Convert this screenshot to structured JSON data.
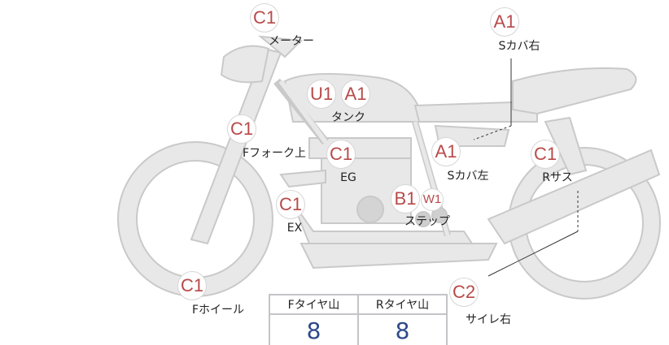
{
  "parts": [
    {
      "grade": "C1",
      "label": "メーター"
    },
    {
      "grade": "A1",
      "label": "Sカバ右"
    },
    {
      "grades": [
        "U1",
        "A1"
      ],
      "label": "タンク"
    },
    {
      "grade": "C1",
      "label": "Fフォーク上"
    },
    {
      "grade": "C1",
      "label": "EG"
    },
    {
      "grade": "A1",
      "label": "Sカバ左"
    },
    {
      "grade": "C1",
      "label": "Rサス"
    },
    {
      "grade": "C1",
      "label": "EX"
    },
    {
      "grades": [
        "B1",
        "W1"
      ],
      "label": "ステップ"
    },
    {
      "grade": "C1",
      "label": "Fホイール"
    },
    {
      "grade": "C2",
      "label": "サイレ右"
    }
  ],
  "tires": {
    "headers": [
      "Fタイヤ山",
      "Rタイヤ山"
    ],
    "values": [
      "8",
      "8"
    ]
  }
}
